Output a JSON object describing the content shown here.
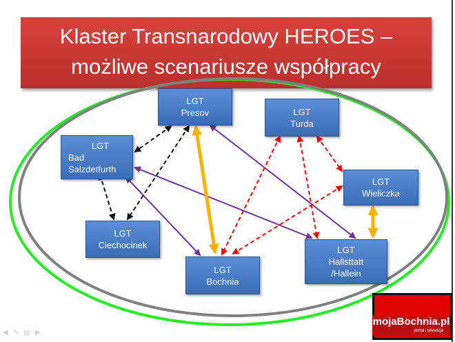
{
  "title": {
    "line1": "Klaster Transnarodowy HEROES –",
    "line2": "możliwe scenariusze współpracy"
  },
  "nodes": [
    {
      "id": "presov",
      "lines": [
        "LGT",
        "Presov"
      ]
    },
    {
      "id": "turda",
      "lines": [
        "LGT",
        "Turda"
      ]
    },
    {
      "id": "bad",
      "lines": [
        "LGT",
        "Bad",
        "Salzdetfurth"
      ]
    },
    {
      "id": "wieliczka",
      "lines": [
        "LGT",
        "Wieliczka"
      ]
    },
    {
      "id": "ciechocinek",
      "lines": [
        "LGT",
        "Ciechocinek"
      ]
    },
    {
      "id": "bochnia",
      "lines": [
        "LGT",
        "Bochnia"
      ]
    },
    {
      "id": "hallstatt",
      "lines": [
        "LGT",
        "Hallsttatt",
        "/Hallein"
      ]
    }
  ],
  "colors": {
    "black_dashed": "#111111",
    "orange": "#ffb000",
    "purple": "#7030a0",
    "red_dashed": "#ff0000",
    "green": "#22ee22",
    "gray": "#808080"
  },
  "logo": {
    "name": "mojaBochnia.pl",
    "tagline": "portal i telewizja"
  }
}
